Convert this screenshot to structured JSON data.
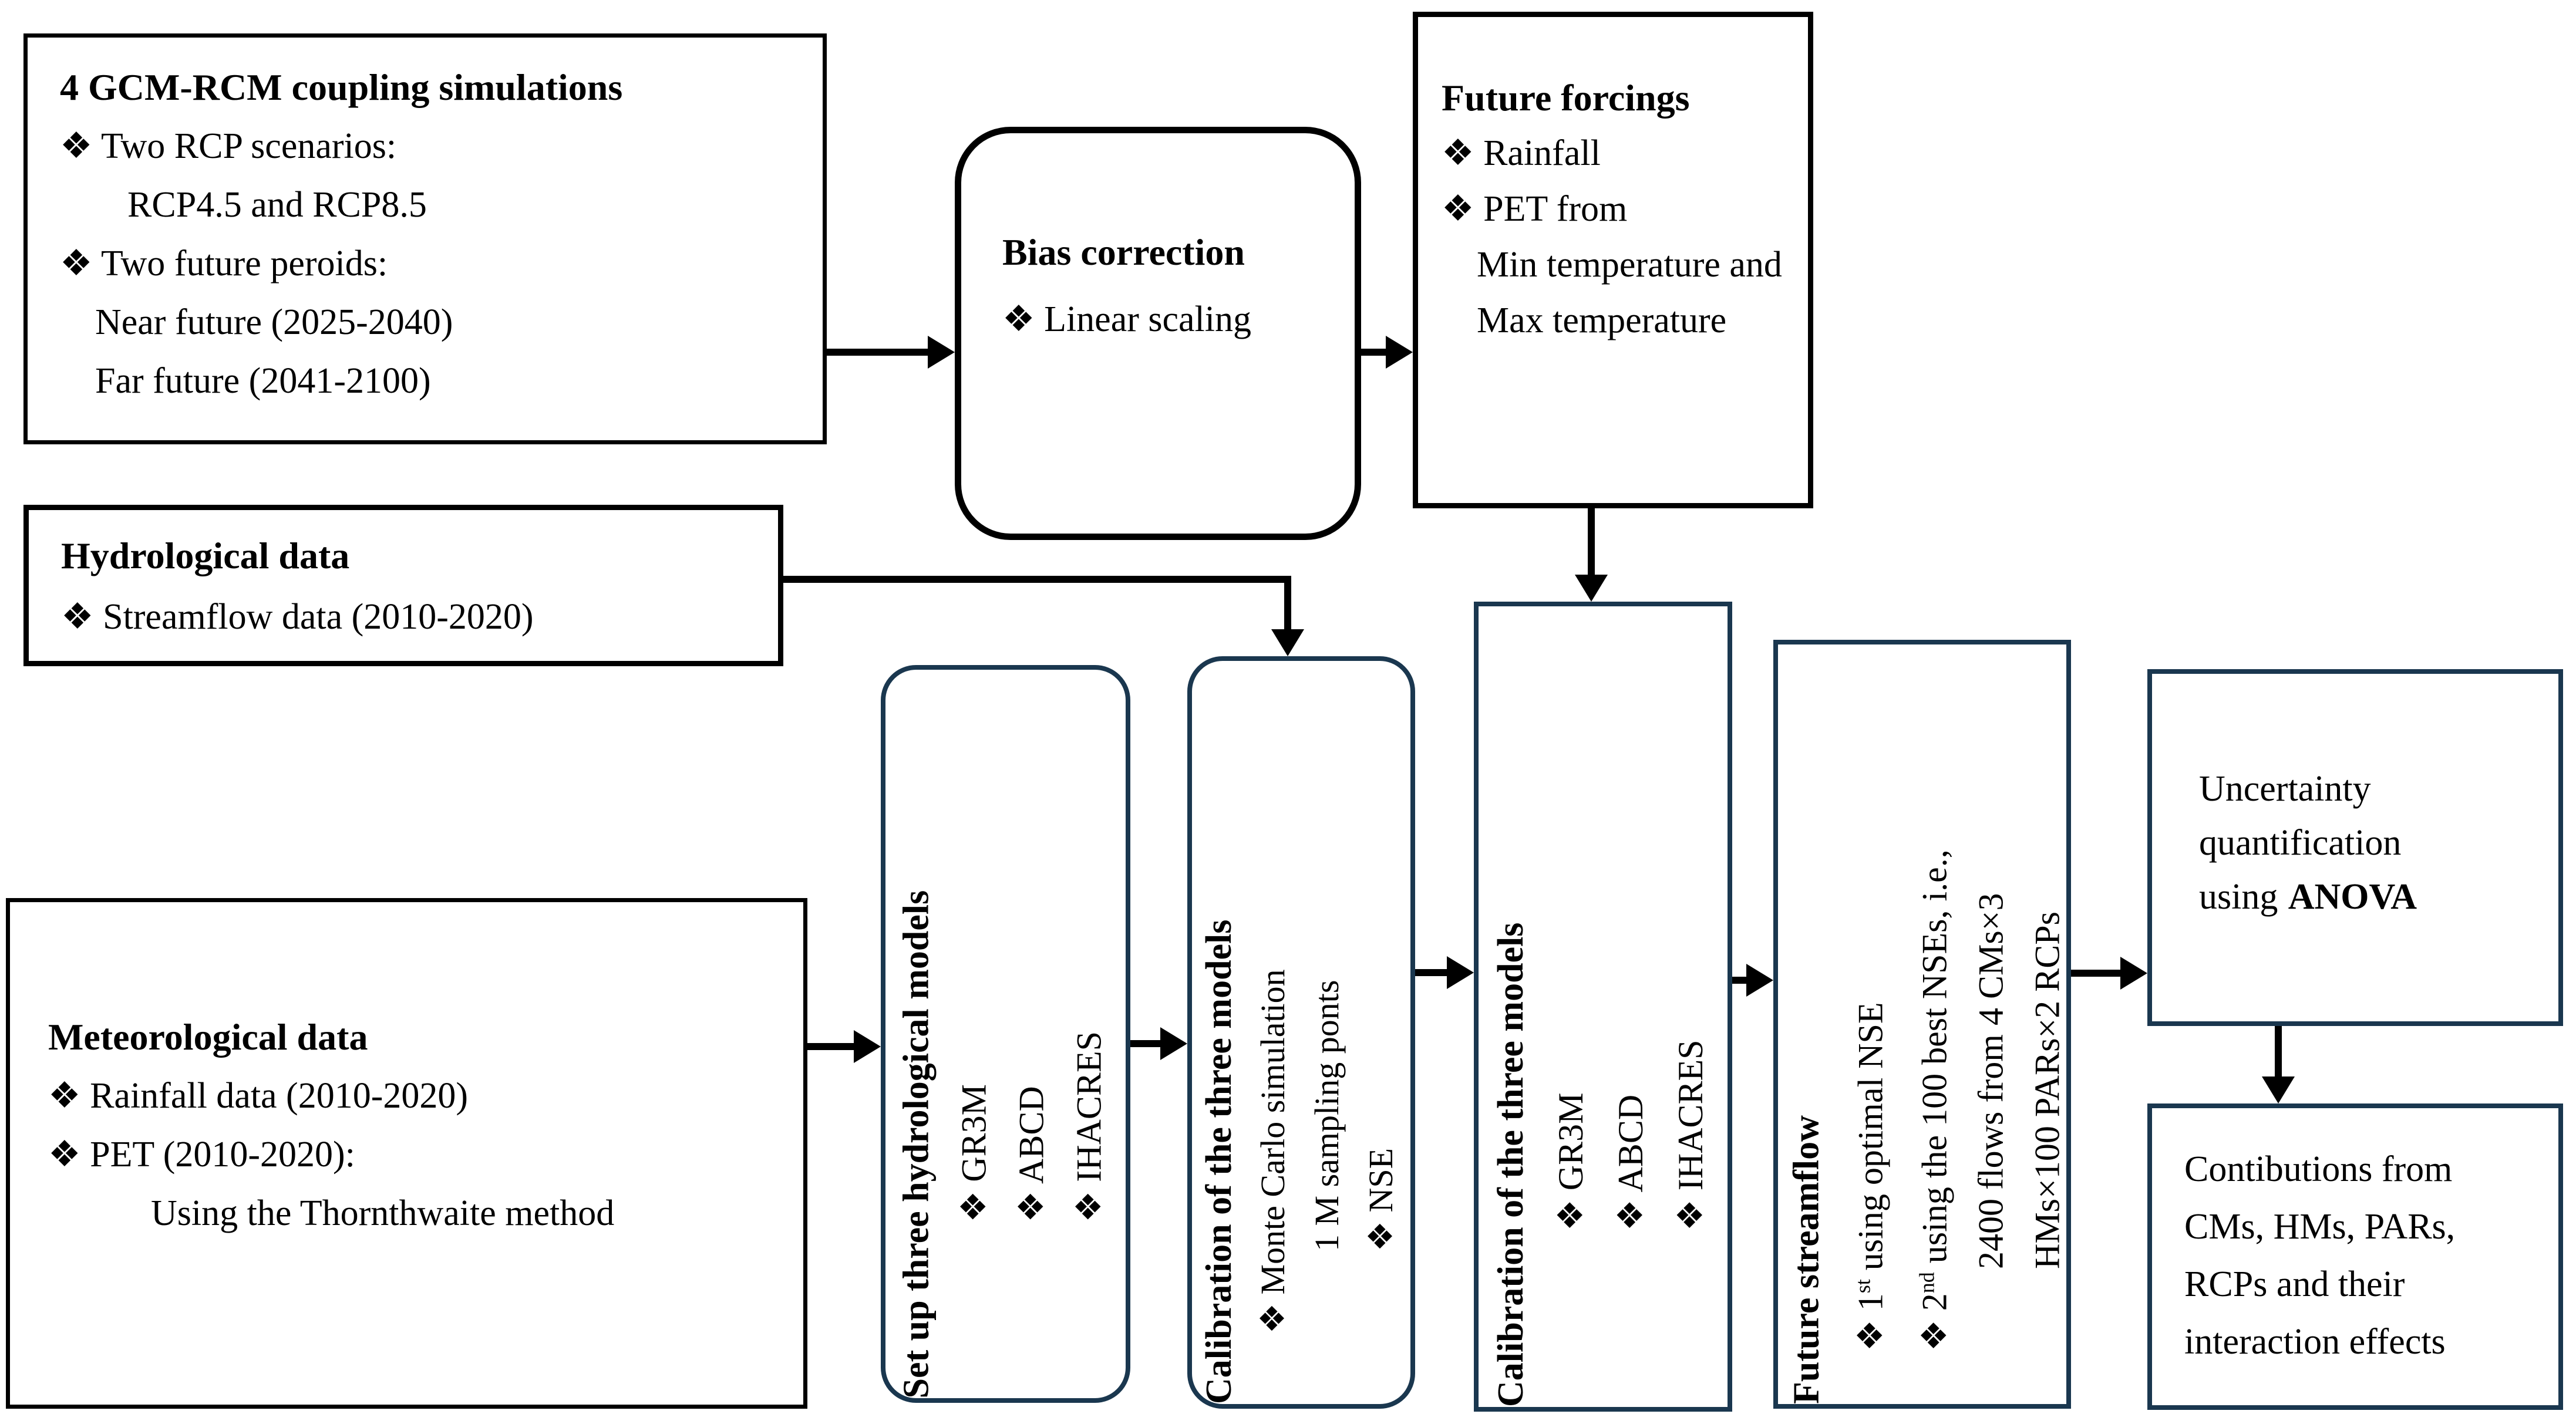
{
  "diagram": {
    "bullet_glyph": "❖",
    "colors": {
      "black_border": "#000000",
      "navy_border": "#1a374f",
      "background": "#ffffff",
      "text": "#000000"
    },
    "boxes": {
      "gcm": {
        "title": "4 GCM-RCM coupling simulations",
        "lines": [
          "❖ Two RCP scenarios:",
          "RCP4.5 and RCP8.5",
          "❖ Two future peroids:",
          "Near future (2025-2040)",
          "Far future (2041-2100)"
        ]
      },
      "bias": {
        "title": "Bias correction",
        "lines": [
          "❖ Linear scaling"
        ]
      },
      "forcings": {
        "title": "Future forcings",
        "lines": [
          "❖ Rainfall",
          "❖ PET from",
          "Min temperature and",
          "Max temperature"
        ]
      },
      "hydro": {
        "title": "Hydrological data",
        "lines": [
          "❖ Streamflow data (2010-2020)"
        ]
      },
      "meteo": {
        "title": "Meteorological data",
        "lines": [
          "❖ Rainfall data (2010-2020)",
          "❖ PET (2010-2020):",
          "Using the Thornthwaite method"
        ]
      },
      "setup": {
        "title": "Set up three hydrological models",
        "lines": [
          "❖ GR3M",
          "❖ ABCD",
          "❖ IHACRES"
        ]
      },
      "calibration1": {
        "title": "Calibration of the three models",
        "lines": [
          "❖ Monte Carlo simulation",
          "1 M sampling ponts",
          "❖ NSE"
        ]
      },
      "calibration2": {
        "title": "Calibration of the three models",
        "lines": [
          "❖ GR3M",
          "❖ ABCD",
          "❖ IHACRES"
        ]
      },
      "streamflow": {
        "title": "Future streamflow",
        "item1": {
          "pre": "❖ 1",
          "sup": "st",
          "post": " using optimal NSE"
        },
        "item2": {
          "pre": "❖ 2",
          "sup": "nd",
          "post": " using the 100 best NSEs, i.e.,"
        },
        "cont1": "2400 flows from 4 CMs×3",
        "cont2": "HMs×100 PARs×2 RCPs"
      },
      "anova": {
        "line1": "Uncertainty",
        "line2": "quantification",
        "line3_pre": "using",
        "line3_bold": "ANOVA"
      },
      "contributions": {
        "lines": [
          "Contibutions from",
          "CMs, HMs, PARs,",
          "RCPs and their",
          "interaction effects"
        ]
      }
    }
  }
}
